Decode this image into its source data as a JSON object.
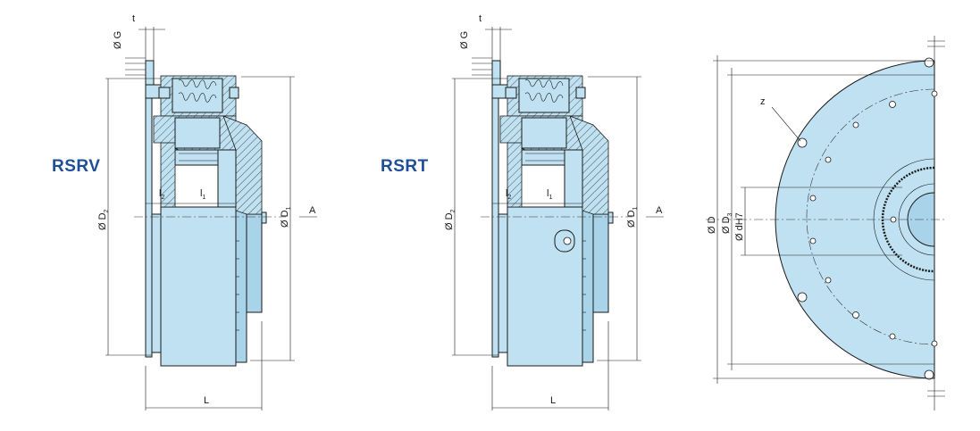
{
  "models": [
    {
      "name": "RSRV",
      "labels": {
        "t": "t",
        "g": "Ø G",
        "d2_main": "Ø D",
        "d2_sub": "2",
        "l2_main": "l",
        "l2_sub": "2",
        "l1_main": "l",
        "l1_sub": "1",
        "d1_main": "Ø D",
        "d1_sub": "1",
        "a": "A",
        "l": "L"
      }
    },
    {
      "name": "RSRT",
      "labels": {
        "t": "t",
        "g": "Ø G",
        "d2_main": "Ø D",
        "d2_sub": "2",
        "l2_main": "l",
        "l2_sub": "2",
        "l1_main": "l",
        "l1_sub": "1",
        "d1_main": "Ø D",
        "d1_sub": "1",
        "a": "A",
        "l": "L"
      }
    }
  ],
  "front_view": {
    "labels": {
      "z": "z",
      "d": "Ø D",
      "d3_main": "Ø D",
      "d3_sub": "3",
      "dh7": "Ø dH7"
    }
  },
  "colors": {
    "brand": "#1f4e98",
    "body_fill": "#bfe1f1",
    "outline": "#1a1a1a"
  }
}
